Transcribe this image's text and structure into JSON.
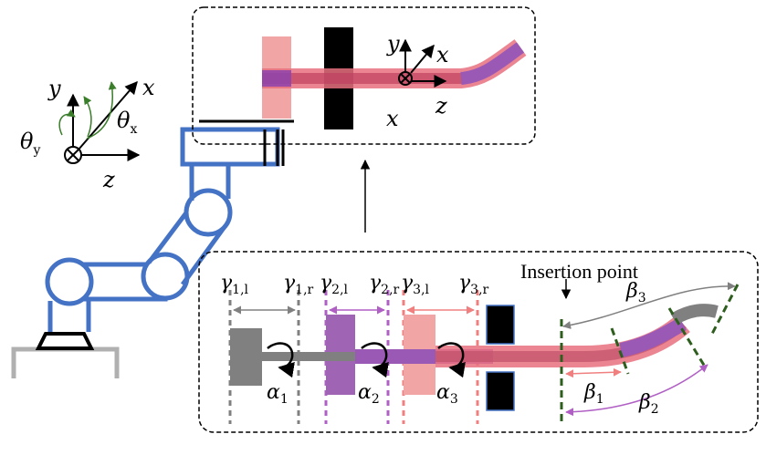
{
  "colors": {
    "robot_blue": "#4472C4",
    "tube_pink": "#E8707F",
    "tube_purple": "#8E44AD",
    "grey": "#808080",
    "dark_green": "#2E5E1E",
    "light_pink": "#F2A5A5",
    "green_arrow": "#3A7D2A"
  },
  "world_axes": {
    "y": "y",
    "x": "x",
    "z": "z",
    "theta": "θ",
    "theta_y_sub": "y",
    "theta_x_sub": "x"
  },
  "inset_top": {
    "y": "y",
    "x": "x",
    "z": "z",
    "x_bottom": "x"
  },
  "inset_bottom": {
    "insertion_point": "Insertion point",
    "gamma": "γ",
    "gamma_labels": [
      {
        "sub": "1,l"
      },
      {
        "sub": "1,r"
      },
      {
        "sub": "2,l"
      },
      {
        "sub": "2,r"
      },
      {
        "sub": "3,l"
      },
      {
        "sub": "3,r"
      }
    ],
    "alpha": "α",
    "alpha_subs": [
      "1",
      "2",
      "3"
    ],
    "beta": "β",
    "beta_subs": [
      "1",
      "2",
      "3"
    ]
  }
}
